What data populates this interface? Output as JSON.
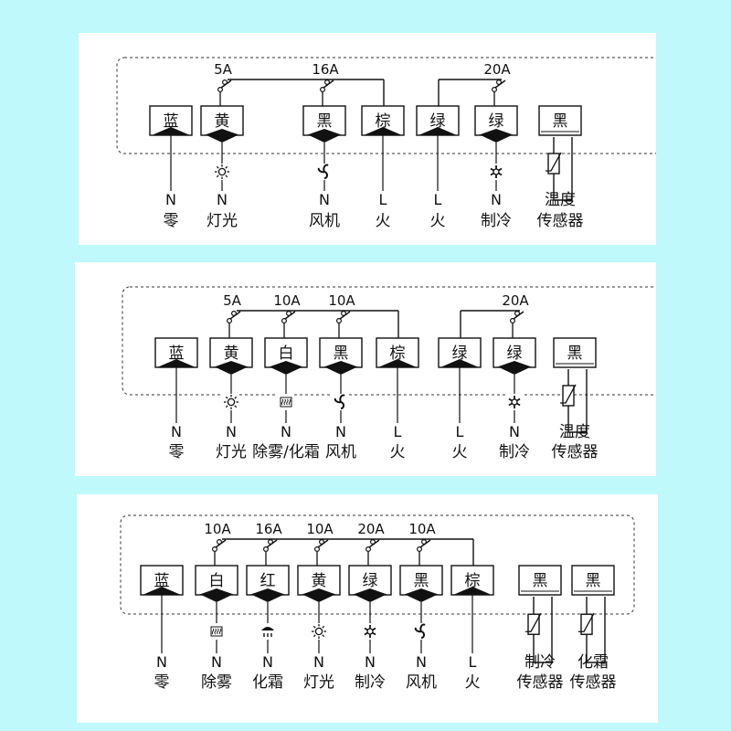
{
  "panels": [
    {
      "ratings": [
        "5A",
        "16A",
        "20A"
      ],
      "terminals": [
        "蓝",
        "黄",
        "黑",
        "棕",
        "绿",
        "绿",
        "黑"
      ],
      "pins": [
        {
          "code": "N",
          "name": "零"
        },
        {
          "code": "N",
          "name": "灯光"
        },
        {
          "code": "N",
          "name": "风机"
        },
        {
          "code": "L",
          "name": "火"
        },
        {
          "code": "L",
          "name": "火"
        },
        {
          "code": "N",
          "name": "制冷"
        }
      ],
      "sensors": [
        {
          "line1": "温度",
          "line2": "传感器"
        }
      ]
    },
    {
      "ratings": [
        "5A",
        "10A",
        "10A",
        "20A"
      ],
      "terminals": [
        "蓝",
        "黄",
        "白",
        "黑",
        "棕",
        "绿",
        "绿",
        "黑"
      ],
      "pins": [
        {
          "code": "N",
          "name": "零"
        },
        {
          "code": "N",
          "name": "灯光"
        },
        {
          "code": "N",
          "name": "除雾/化霜"
        },
        {
          "code": "N",
          "name": "风机"
        },
        {
          "code": "L",
          "name": "火"
        },
        {
          "code": "L",
          "name": "火"
        },
        {
          "code": "N",
          "name": "制冷"
        }
      ],
      "sensors": [
        {
          "line1": "温度",
          "line2": "传感器"
        }
      ]
    },
    {
      "ratings": [
        "10A",
        "16A",
        "10A",
        "20A",
        "10A"
      ],
      "terminals": [
        "蓝",
        "白",
        "红",
        "黄",
        "绿",
        "黑",
        "棕",
        "黑",
        "黑"
      ],
      "pins": [
        {
          "code": "N",
          "name": "零"
        },
        {
          "code": "N",
          "name": "除雾"
        },
        {
          "code": "N",
          "name": "化霜"
        },
        {
          "code": "N",
          "name": "灯光"
        },
        {
          "code": "N",
          "name": "制冷"
        },
        {
          "code": "N",
          "name": "风机"
        },
        {
          "code": "L",
          "name": "火"
        }
      ],
      "sensors": [
        {
          "line1": "制冷",
          "line2": "传感器"
        },
        {
          "line1": "化霜",
          "line2": "传感器"
        }
      ]
    }
  ]
}
